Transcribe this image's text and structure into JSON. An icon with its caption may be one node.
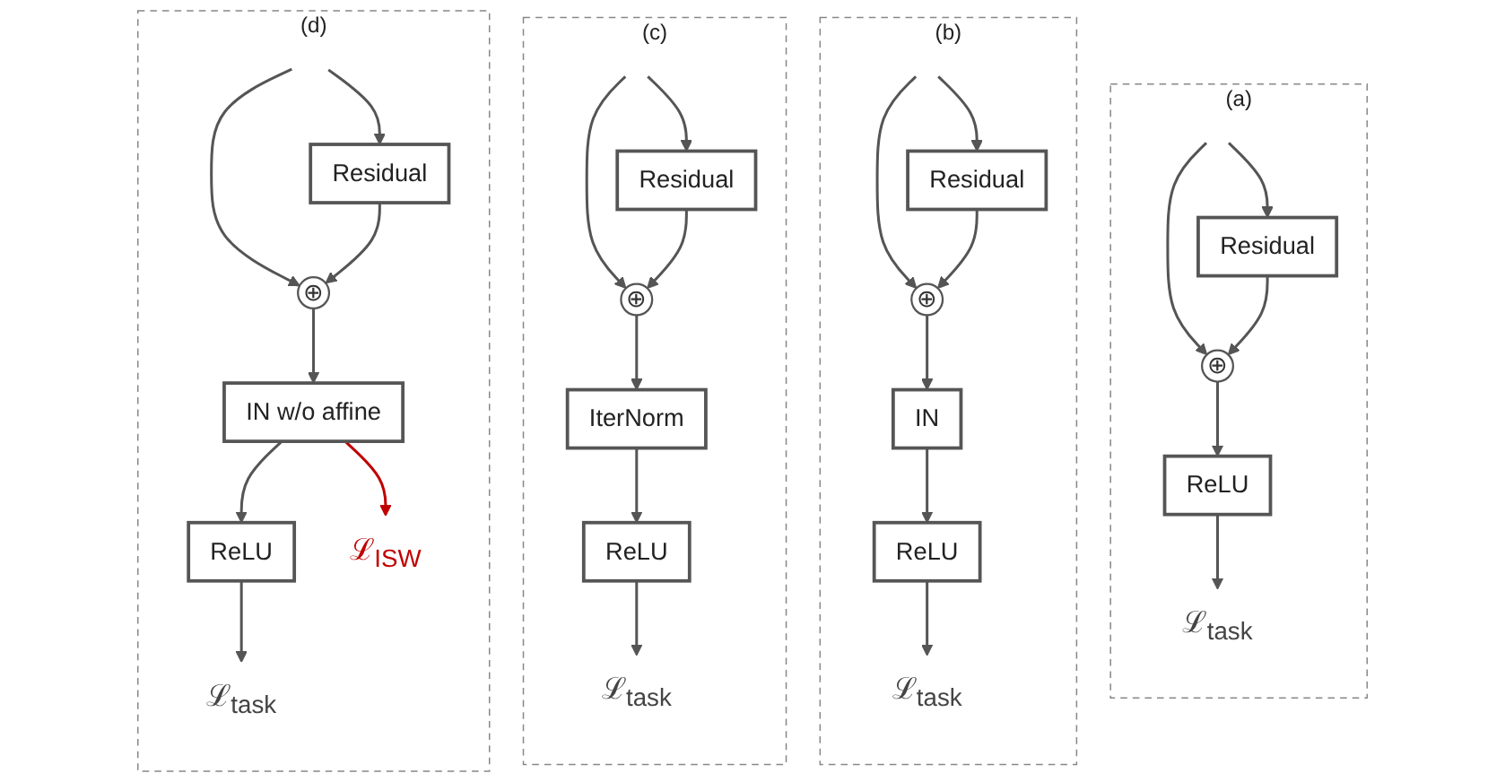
{
  "diagram": {
    "nodes": [
      {
        "text": [
          "(a)"
        ]
      },
      {
        "text": [
          "Residual"
        ],
        "in": 0
      },
      {
        "text": [
          "⊕"
        ],
        "in": 0
      },
      {
        "text": [
          "ReLU"
        ],
        "in": 0
      },
      {
        "text": [
          "ℒ$_{task}$"
        ],
        "in": 0
      },
      {
        "text": [
          "(b)"
        ]
      },
      {
        "text": [
          "Residual"
        ],
        "in": 5
      },
      {
        "text": [
          "⊕"
        ],
        "in": 5
      },
      {
        "text": [
          "IN"
        ],
        "in": 5
      },
      {
        "text": [
          "ReLU"
        ],
        "in": 5
      },
      {
        "text": [
          "ℒ$_{task}$"
        ],
        "in": 5
      },
      {
        "text": [
          "(c)"
        ]
      },
      {
        "text": [
          "Residual"
        ],
        "in": 11
      },
      {
        "text": [
          "⊕"
        ],
        "in": 11
      },
      {
        "text": [
          "IterNorm"
        ],
        "in": 11
      },
      {
        "text": [
          "ReLU"
        ],
        "in": 11
      },
      {
        "text": [
          "ℒ$_{task}$"
        ],
        "in": 11
      },
      {
        "text": [
          "(d)"
        ]
      },
      {
        "text": [
          "Residual"
        ],
        "in": 17
      },
      {
        "text": [
          "⊕"
        ],
        "in": 17
      },
      {
        "text": [
          "IN w/o affine"
        ],
        "in": 17
      },
      {
        "text": [
          "ReLU"
        ],
        "in": 17
      },
      {
        "text": [
          "ℒ$_{task}$"
        ],
        "in": 17
      },
      {
        "text": [
          "ℒ$_{ISW}$"
        ],
        "in": 17
      }
    ],
    "edges": [
      {
        "from": null,
        "to": 1,
        "arrow": "to"
      },
      {
        "from": null,
        "to": 2,
        "arrow": "to"
      },
      {
        "from": 1,
        "to": 2,
        "arrow": "to"
      },
      {
        "from": 2,
        "to": 3,
        "arrow": "to"
      },
      {
        "from": 3,
        "to": 4,
        "arrow": "to"
      },
      {
        "from": null,
        "to": 6,
        "arrow": "to"
      },
      {
        "from": null,
        "to": 7,
        "arrow": "to"
      },
      {
        "from": 6,
        "to": 7,
        "arrow": "to"
      },
      {
        "from": 7,
        "to": 8,
        "arrow": "to"
      },
      {
        "from": 8,
        "to": 9,
        "arrow": "to"
      },
      {
        "from": 9,
        "to": 10,
        "arrow": "to"
      },
      {
        "from": null,
        "to": 12,
        "arrow": "to"
      },
      {
        "from": null,
        "to": 13,
        "arrow": "to"
      },
      {
        "from": 12,
        "to": 13,
        "arrow": "to"
      },
      {
        "from": 13,
        "to": 14,
        "arrow": "to"
      },
      {
        "from": 14,
        "to": 15,
        "arrow": "to"
      },
      {
        "from": 15,
        "to": 16,
        "arrow": "to"
      },
      {
        "from": null,
        "to": 18,
        "arrow": "to"
      },
      {
        "from": null,
        "to": 19,
        "arrow": "to"
      },
      {
        "from": 18,
        "to": 19,
        "arrow": "to"
      },
      {
        "from": 19,
        "to": 20,
        "arrow": "to"
      },
      {
        "from": 20,
        "to": 21,
        "arrow": "to"
      },
      {
        "from": 21,
        "to": 22,
        "arrow": "to"
      },
      {
        "from": 20,
        "to": 23,
        "arrow": "to",
        "color": "#c00000"
      }
    ]
  }
}
